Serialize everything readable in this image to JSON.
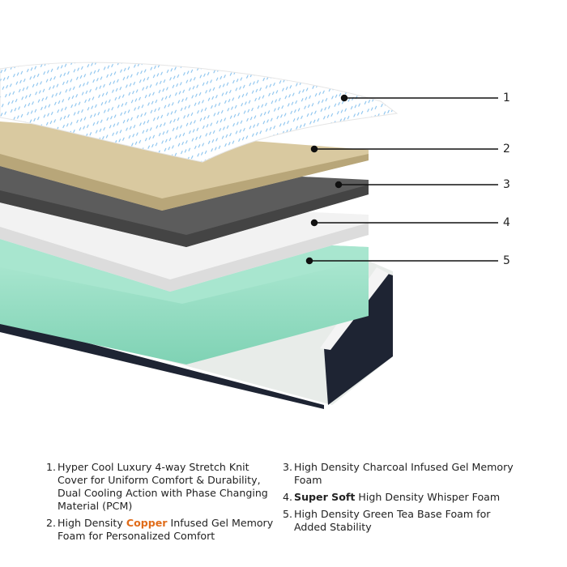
{
  "callouts": [
    "1",
    "2",
    "3",
    "4",
    "5"
  ],
  "layers": [
    {
      "number": "1.",
      "parts": [
        "Hyper Cool Luxury 4-way Stretch Knit Cover for Uniform Comfort & Durability, Dual Cooling Action with Phase Changing Material (PCM)"
      ]
    },
    {
      "number": "2.",
      "parts": [
        "High Density ",
        "Copper",
        " Infused Gel Memory Foam for Personalized Comfort"
      ]
    },
    {
      "number": "3.",
      "parts": [
        "High Density Charcoal Infused Gel Memory Foam"
      ]
    },
    {
      "number": "4.",
      "parts": [
        "Super Soft",
        " High Density Whisper Foam"
      ]
    },
    {
      "number": "5.",
      "parts": [
        "High Density Green Tea Base Foam for Added Stability"
      ]
    }
  ],
  "colors": {
    "highlight": "#e06c1a",
    "cover_pattern": "#3a9be0",
    "layer2": "#d9c9a0",
    "layer3": "#5a5a5a",
    "layer4": "#ececec",
    "layer5": "#9fe0c8",
    "base": "#1e2433"
  }
}
